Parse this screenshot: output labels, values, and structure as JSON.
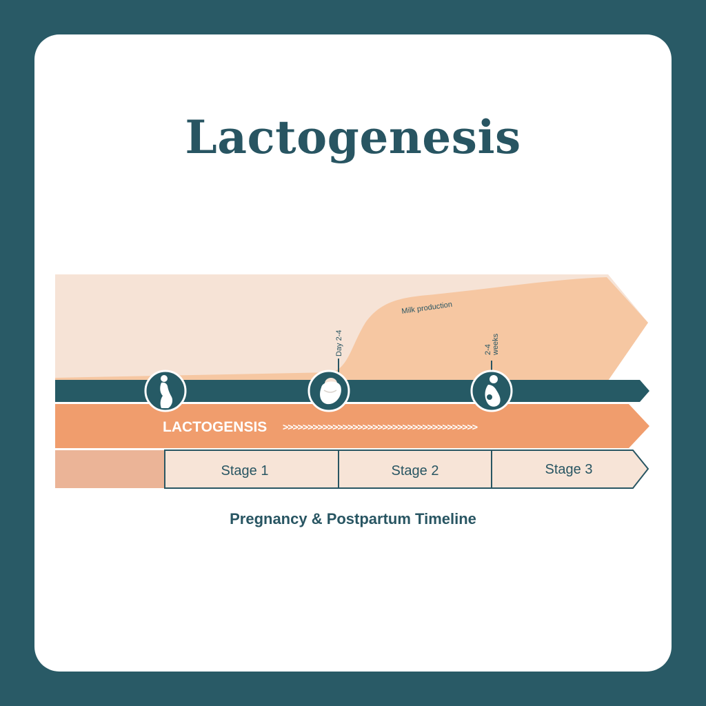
{
  "title": "Lactogenesis",
  "milk_label": "Milk production",
  "markers": [
    {
      "label": "Day 2-4",
      "icon": "newborn-icon"
    },
    {
      "label_line1": "2-4",
      "label_line2": "weeks",
      "icon": "mother-baby-icon"
    }
  ],
  "pregnant_icon": "pregnant-woman-icon",
  "band_label": "LACTOGENSIS",
  "band_chevrons": ">>>>>>>>>>>>>>>>>>>>>>>>>>>>>>>>>>>>>>>",
  "stages": [
    "Stage 1",
    "Stage 2",
    "Stage 3"
  ],
  "caption": "Pregnancy & Postpartum Timeline",
  "colors": {
    "frame": "#295a66",
    "teal": "#265a65",
    "orange": "#f09d6d",
    "peach_light": "#f6e3d6",
    "peach_mid": "#f6c7a2",
    "stage_fill": "#f7e4d7",
    "pre_stage": "#ebb497"
  }
}
